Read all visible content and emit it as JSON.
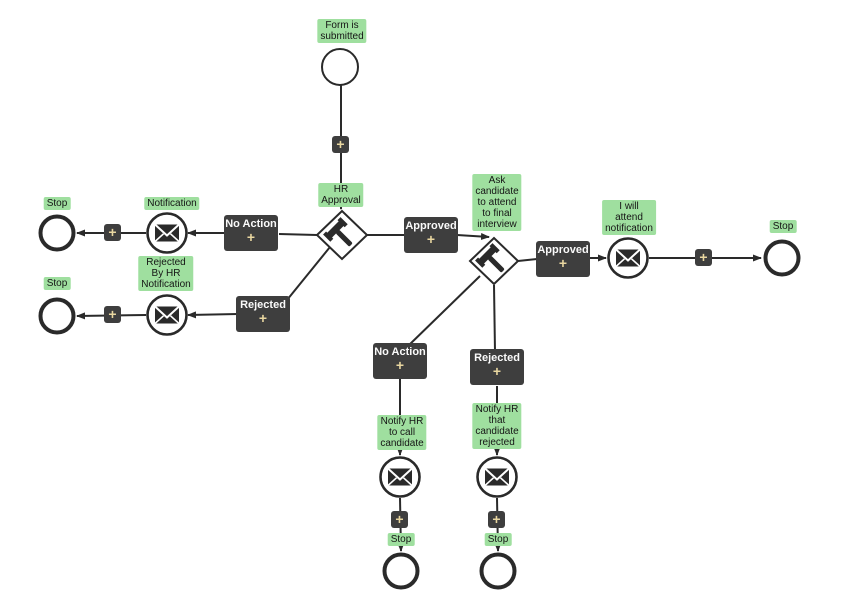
{
  "colors": {
    "canvas_bg": "#ffffff",
    "label_bg": "#9fdf9f",
    "label_text": "#151515",
    "node_bg": "#3e3e3e",
    "node_text": "#fafafa",
    "plus_color": "#e9d7a0",
    "line_color": "#2a2a2a"
  },
  "glyphs": {
    "plus": "+"
  },
  "annotations": {
    "form_submitted": "Form is\nsubmitted",
    "hr_approval": "HR\nApproval",
    "stop": "Stop",
    "notification": "Notification",
    "rejected_by_hr": "Rejected\nBy HR\nNotification",
    "ask_candidate": "Ask\ncandidate\nto attend\nto final\ninterview",
    "i_will_attend": "I will\nattend\nnotification",
    "notify_hr_call": "Notify HR\nto call\ncandidate",
    "notify_hr_rejected": "Notify HR\nthat\ncandidate\nrejected"
  },
  "tasks": {
    "no_action_1": "No Action",
    "approved_1": "Approved",
    "rejected_1": "Rejected",
    "approved_2": "Approved",
    "no_action_2": "No Action",
    "rejected_2": "Rejected"
  }
}
